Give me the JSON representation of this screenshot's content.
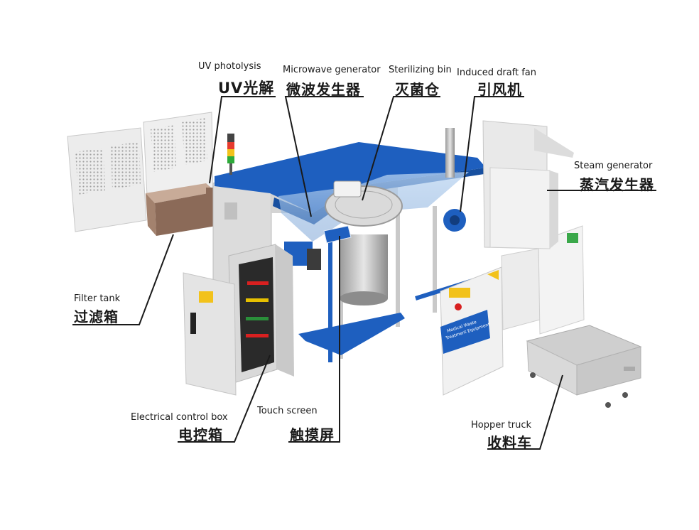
{
  "labels": {
    "uv_photolysis": {
      "en": "UV photolysis",
      "zh": "UV光解"
    },
    "microwave_generator": {
      "en": "Microwave generator",
      "zh": "微波发生器"
    },
    "sterilizing_bin": {
      "en": "Sterilizing bin",
      "zh": "灭菌仓"
    },
    "induced_draft_fan": {
      "en": "Induced draft fan",
      "zh": "引风机"
    },
    "steam_generator": {
      "en": "Steam generator",
      "zh": "蒸汽发生器"
    },
    "filter_tank": {
      "en": "Filter tank",
      "zh": "过滤箱"
    },
    "electrical_control_box": {
      "en": "Electrical control box",
      "zh": "电控箱"
    },
    "touch_screen": {
      "en": "Touch screen",
      "zh": "触摸屏"
    },
    "hopper_truck": {
      "en": "Hopper truck",
      "zh": "收料车"
    }
  },
  "door_sign": {
    "line1": "Medical Waste",
    "line2": "Treatment Equipment"
  },
  "colors": {
    "frame_blue": "#1e5fbf",
    "panel_grey": "#e8e8e8",
    "leader_line": "#1a1a1a"
  }
}
